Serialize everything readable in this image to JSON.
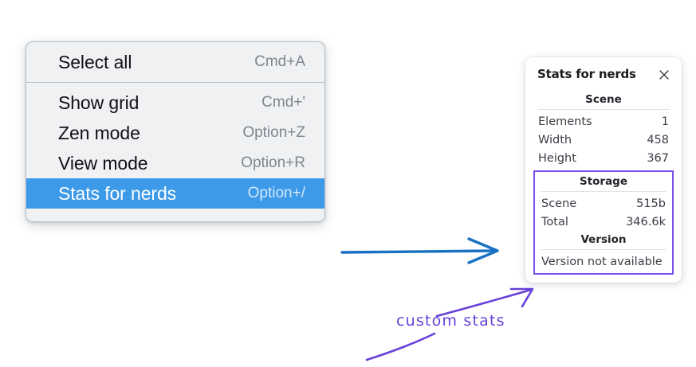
{
  "context_menu": {
    "groups": [
      {
        "name": "group-1",
        "items": [
          {
            "label": "Select all",
            "shortcut": "Cmd+A",
            "selected": false
          }
        ]
      },
      {
        "name": "group-2",
        "items": [
          {
            "label": "Show grid",
            "shortcut": "Cmd+'",
            "selected": false
          },
          {
            "label": "Zen mode",
            "shortcut": "Option+Z",
            "selected": false
          },
          {
            "label": "View mode",
            "shortcut": "Option+R",
            "selected": false
          },
          {
            "label": "Stats for nerds",
            "shortcut": "Option+/",
            "selected": true
          }
        ]
      }
    ],
    "highlight_color": "#3d9ae8",
    "background_color": "#f0f1f3"
  },
  "stats_panel": {
    "title": "Stats for nerds",
    "close_icon": "close-icon",
    "sections": [
      {
        "title": "Scene",
        "rows": [
          {
            "key": "Elements",
            "value": "1"
          },
          {
            "key": "Width",
            "value": "458"
          },
          {
            "key": "Height",
            "value": "367"
          }
        ]
      },
      {
        "title": "Storage",
        "rows": [
          {
            "key": "Scene",
            "value": "515b"
          },
          {
            "key": "Total",
            "value": "346.6k"
          }
        ]
      },
      {
        "title": "Version",
        "single_value": "Version not available"
      }
    ],
    "highlight_border_color": "#7950e8"
  },
  "annotations": {
    "label": "custom stats",
    "blue_arrow_color": "#1971c2",
    "purple_arrow_color": "#6741d9"
  }
}
